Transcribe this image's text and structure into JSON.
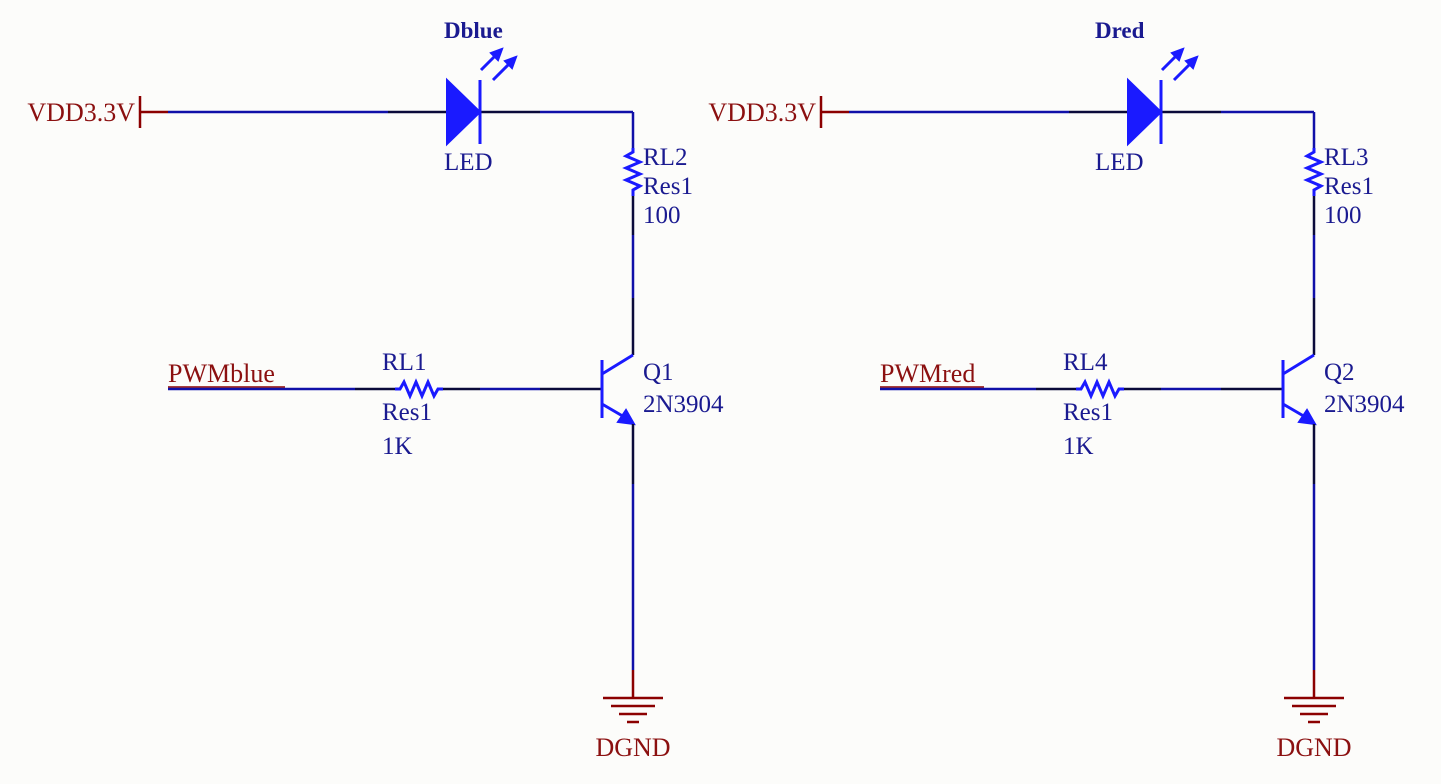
{
  "circuits": [
    {
      "power_net": "VDD3.3V",
      "led": {
        "designator": "Dblue",
        "comment": "LED"
      },
      "collector_resistor": {
        "designator": "RL2",
        "comment": "Res1",
        "value": "100"
      },
      "input_net": "PWMblue",
      "base_resistor": {
        "designator": "RL1",
        "comment": "Res1",
        "value": "1K"
      },
      "transistor": {
        "designator": "Q1",
        "part": "2N3904"
      },
      "ground_net": "DGND"
    },
    {
      "power_net": "VDD3.3V",
      "led": {
        "designator": "Dred",
        "comment": "LED"
      },
      "collector_resistor": {
        "designator": "RL3",
        "comment": "Res1",
        "value": "100"
      },
      "input_net": "PWMred",
      "base_resistor": {
        "designator": "RL4",
        "comment": "Res1",
        "value": "1K"
      },
      "transistor": {
        "designator": "Q2",
        "part": "2N3904"
      },
      "ground_net": "DGND"
    }
  ]
}
